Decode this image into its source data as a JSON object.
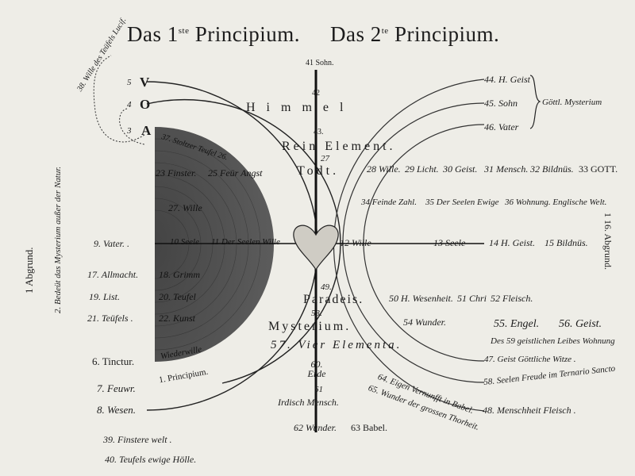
{
  "title": {
    "first": "Das 1",
    "first_sup": "ste",
    "first_rest": "Principium.",
    "second": "Das 2",
    "second_sup": "te",
    "second_rest": "Principium."
  },
  "left_margin": {
    "abgrund": "1 Abgrund.",
    "bedeutung": "2. Bedeüt das Mysterium außer der Natur."
  },
  "right_margin": {
    "abgrund": "1 16. Abgrund."
  },
  "curve_label": "38. Wille des Teüfels Lucif.",
  "arcs_left": [
    {
      "num": "5",
      "letter": "V"
    },
    {
      "num": "4",
      "letter": "O"
    },
    {
      "num": "3",
      "letter": "A"
    }
  ],
  "left_labels": {
    "vater": "9. Vater. .",
    "allmacht": "17. Allmacht.",
    "list": "19. List.",
    "teufels": "21. Teüfels .",
    "tinctur": "6. Tinctur.",
    "feuwr": "7. Feuwr.",
    "wesen": "8. Wesen.",
    "principium": "1. Principium.",
    "finstere": "39. Finstere welt .",
    "hoelle": "40. Teufels ewige Hölle."
  },
  "dark_labels": {
    "stolzer": "37. Stoltzer Teufel 26.",
    "finster": "23 Finster.",
    "feur": "25 Feür Angst",
    "wille": "27. Wille",
    "seele": "10 Seele",
    "seelenwille": "11 Der Seelen Wille",
    "grimm": "18. Grimm",
    "teufel": "20. Teufel",
    "kunst": "22. Kunst",
    "widerwille": "Wiederwille"
  },
  "axis_labels": {
    "sohn": "41 Sohn.",
    "himmel": "Himmel",
    "n42": "42",
    "n43": "43.",
    "reinelement": "Rein Element.",
    "todt": "Todt.",
    "n27": "27",
    "paradeis": "Paradeis.",
    "n49": "49.",
    "n53": "53.",
    "mysterium": "Mysterium.",
    "vierelementa": "57. Vier Elementa.",
    "erde": "60. Erde",
    "irdisch": "Irdisch Mensch.",
    "n61": "61",
    "wunder": "62 Wunder.",
    "babel": "63 Babel."
  },
  "right_arcs": [
    {
      "label": "44. H. Geist"
    },
    {
      "label": "45. Sohn"
    },
    {
      "label": "46. Vater"
    }
  ],
  "brace_label": "Göttl. Mysterium",
  "right_labels": {
    "wille28": "28 Wille.",
    "licht": "29 Licht.",
    "geist30": "30 Geist.",
    "mensch31": "31 Mensch.",
    "bildnus32": "32 Bildnüs.",
    "gott": "33 GOTT.",
    "feinde": "34 Feinde Zahl.",
    "seelenewige": "35 Der Seelen Ewige",
    "wohnung": "36 Wohnung. Englische Welt.",
    "wille12": "12 Wille",
    "seele13": "13 Seele",
    "hgeist14": "14 H. Geist.",
    "bildnus15": "15 Bildnüs.",
    "wesenheit": "50 H. Wesenheit.",
    "christi": "51 Chri",
    "fleisch52": "52 Fleisch.",
    "wunder54": "54 Wunder.",
    "engel": "55. Engel.",
    "geist56": "56. Geist.",
    "leibes": "Des 59 geistlichen Leibes Wohnung",
    "witze": "47. Geist Göttliche Witze .",
    "seelenfreude": "58. Seelen Freude im Ternario Sancto",
    "menschheit": "48. Menschheit Fleisch .",
    "vernunfft": "64. Eigen Vernunfft in Babel.",
    "thorheit": "65. Wunder der grossen Thorheit."
  },
  "colors": {
    "paper": "#eeede7",
    "ink": "#1c1c1c",
    "dark_disk": "#4a4a4a"
  }
}
